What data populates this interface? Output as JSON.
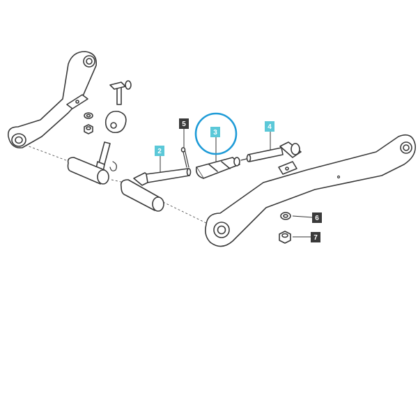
{
  "callouts": [
    {
      "id": "2",
      "label": "2",
      "color": "#5bc8d8"
    },
    {
      "id": "3",
      "label": "3",
      "color": "#5bc8d8"
    },
    {
      "id": "4",
      "label": "4",
      "color": "#5bc8d8"
    },
    {
      "id": "5",
      "label": "5",
      "color": "#3a3a3a"
    },
    {
      "id": "6",
      "label": "6",
      "color": "#3a3a3a"
    },
    {
      "id": "7",
      "label": "7",
      "color": "#3a3a3a"
    }
  ],
  "highlight_ring_color": "#1e9bd7",
  "highlighted_part": "3"
}
